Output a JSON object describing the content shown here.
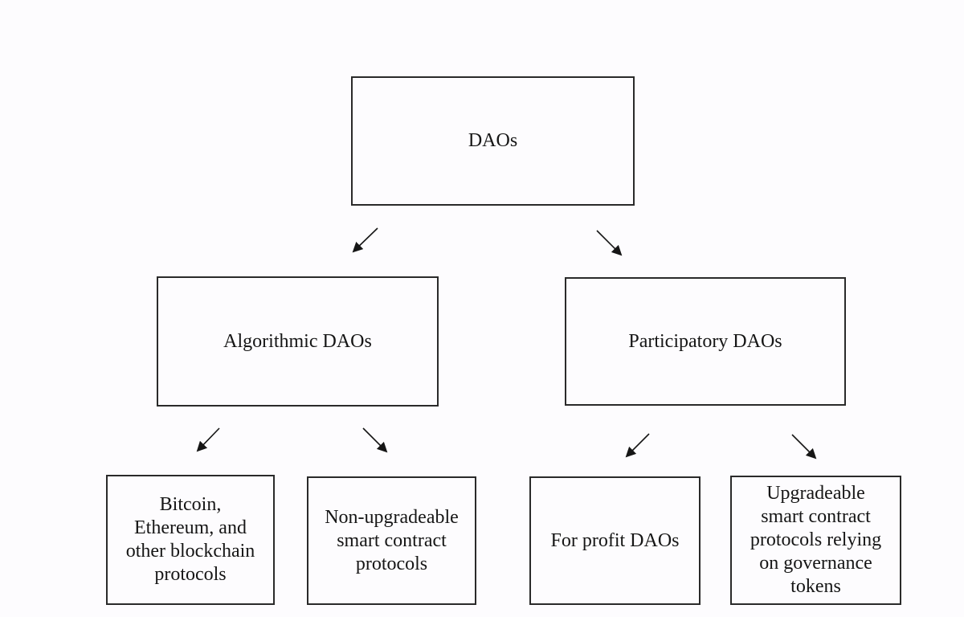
{
  "diagram": {
    "nodes": [
      {
        "id": "daos",
        "label": "DAOs"
      },
      {
        "id": "algorithmic-daos",
        "label": "Algorithmic DAOs"
      },
      {
        "id": "participatory-daos",
        "label": "Participatory DAOs"
      },
      {
        "id": "blockchain-protocols",
        "label": "Bitcoin,\nEthereum, and\nother blockchain\nprotocols"
      },
      {
        "id": "non-upgradeable-protocols",
        "label": "Non-upgradeable\nsmart contract\nprotocols"
      },
      {
        "id": "for-profit-daos",
        "label": "For profit DAOs"
      },
      {
        "id": "upgradeable-protocols",
        "label": "Upgradeable\nsmart contract\nprotocols relying\non governance\ntokens"
      }
    ],
    "edges": [
      {
        "from": "daos",
        "to": "algorithmic-daos"
      },
      {
        "from": "daos",
        "to": "participatory-daos"
      },
      {
        "from": "algorithmic-daos",
        "to": "blockchain-protocols"
      },
      {
        "from": "algorithmic-daos",
        "to": "non-upgradeable-protocols"
      },
      {
        "from": "participatory-daos",
        "to": "for-profit-daos"
      },
      {
        "from": "participatory-daos",
        "to": "upgradeable-protocols"
      }
    ],
    "colors": {
      "background": "#fdfcfe",
      "box_border": "#2a2a2a",
      "text": "#161616",
      "arrow": "#161616"
    }
  }
}
